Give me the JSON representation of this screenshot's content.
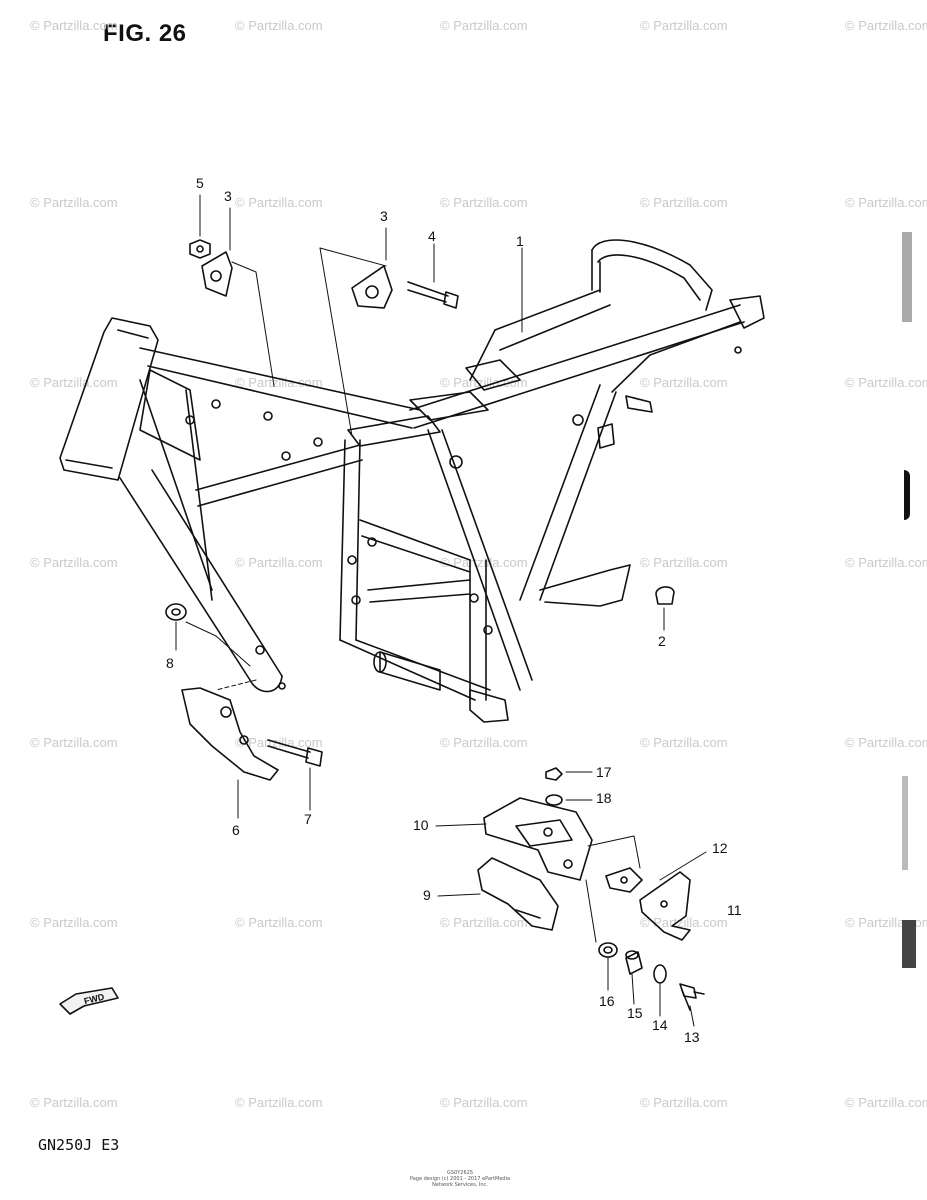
{
  "figure": {
    "title": "FIG. 26"
  },
  "model_code": "GN250J  E3",
  "footer": {
    "line1": "GS0Y262S",
    "line2": "Page design (c) 2001 - 2017 ePartMedia Network Services, Inc."
  },
  "watermark": {
    "text": "© Partzilla.com"
  },
  "fwd_label": "FWD",
  "callouts": [
    {
      "number": "1"
    },
    {
      "number": "2"
    },
    {
      "number": "3"
    },
    {
      "number": "3"
    },
    {
      "number": "4"
    },
    {
      "number": "5"
    },
    {
      "number": "6"
    },
    {
      "number": "7"
    },
    {
      "number": "8"
    },
    {
      "number": "9"
    },
    {
      "number": "10"
    },
    {
      "number": "11"
    },
    {
      "number": "12"
    },
    {
      "number": "13"
    },
    {
      "number": "14"
    },
    {
      "number": "15"
    },
    {
      "number": "16"
    },
    {
      "number": "17"
    },
    {
      "number": "18"
    }
  ]
}
